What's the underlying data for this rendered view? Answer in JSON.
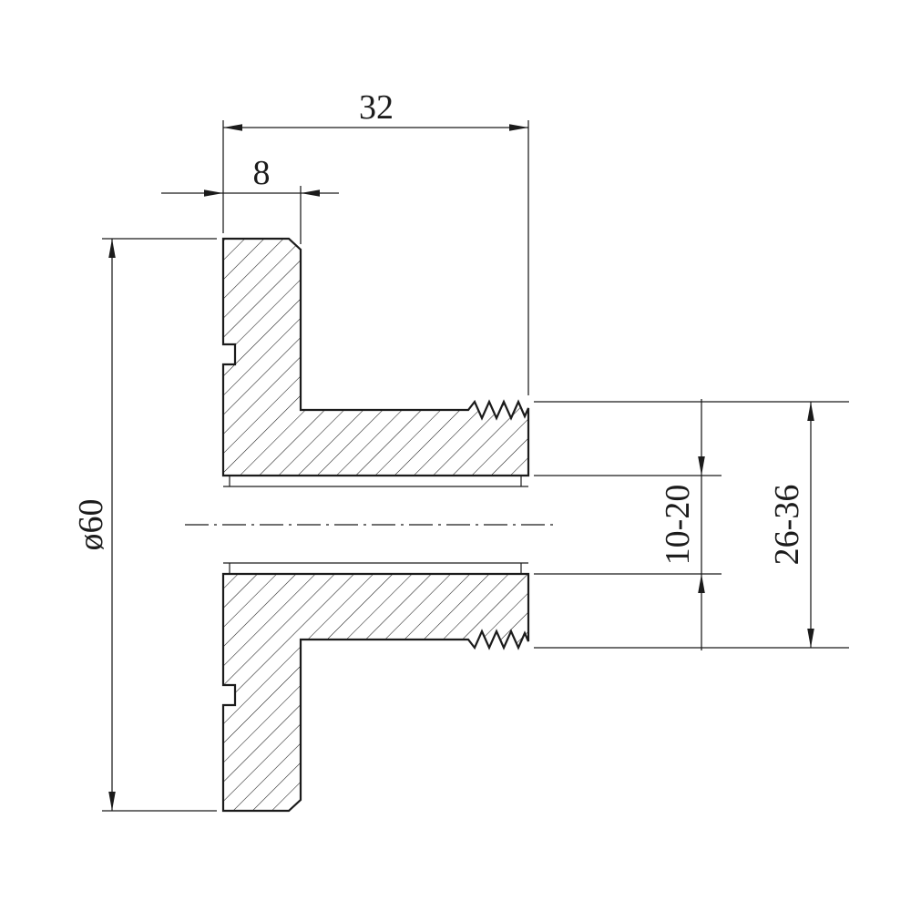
{
  "drawing": {
    "background": "#ffffff",
    "line_color": "#1b1b1b",
    "dimensions": {
      "overall_length": {
        "label": "32"
      },
      "flange_thickness": {
        "label": "8"
      },
      "flange_diameter": {
        "label": "ø60"
      },
      "bore_diameter_range": {
        "label": "10-20"
      },
      "hub_diameter_range": {
        "label": "26-36"
      }
    }
  }
}
